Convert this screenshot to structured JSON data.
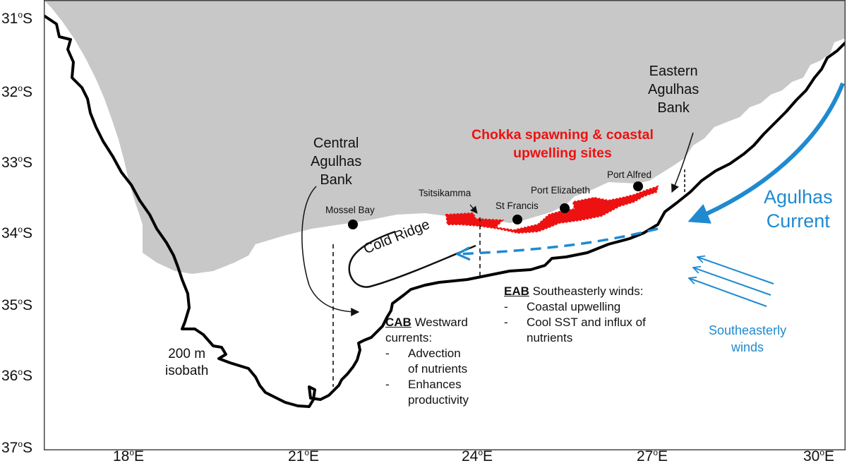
{
  "axes": {
    "lat_ticks": [
      {
        "deg": "31",
        "sym": "o",
        "hem": "S"
      },
      {
        "deg": "32",
        "sym": "o",
        "hem": "S"
      },
      {
        "deg": "33",
        "sym": "o",
        "hem": "S"
      },
      {
        "deg": "34",
        "sym": "o",
        "hem": "S"
      },
      {
        "deg": "35",
        "sym": "o",
        "hem": "S"
      },
      {
        "deg": "36",
        "sym": "o",
        "hem": "S"
      },
      {
        "deg": "37",
        "sym": "o",
        "hem": "S"
      }
    ],
    "lon_ticks": [
      {
        "deg": "18",
        "sym": "o",
        "hem": "E"
      },
      {
        "deg": "21",
        "sym": "o",
        "hem": "E"
      },
      {
        "deg": "24",
        "sym": "o",
        "hem": "E"
      },
      {
        "deg": "27",
        "sym": "o",
        "hem": "E"
      },
      {
        "deg": "30",
        "sym": "o",
        "hem": "E"
      }
    ]
  },
  "regions": {
    "central": [
      "Central",
      "Agulhas",
      "Bank"
    ],
    "eastern": [
      "Eastern",
      "Agulhas",
      "Bank"
    ]
  },
  "cities": {
    "mossel_bay": "Mossel Bay",
    "tsitsikamma": "Tsitsikamma",
    "st_francis": "St Francis",
    "port_elizabeth": "Port Elizabeth",
    "port_alfred": "Port Alfred"
  },
  "chokka": [
    "Chokka spawning & coastal",
    "upwelling sites"
  ],
  "cold_ridge": "Cold Ridge",
  "isobath": [
    "200 m",
    "isobath"
  ],
  "agulhas_current": [
    "Agulhas",
    "Current"
  ],
  "southeasterly": [
    "Southeasterly",
    "winds"
  ],
  "cab": {
    "abbr": "CAB",
    "head_rest": " Westward",
    "head_line2": "currents:",
    "bullets": [
      {
        "dash": "-",
        "lines": [
          "Advection",
          "of nutrients"
        ]
      },
      {
        "dash": "-",
        "lines": [
          "Enhances",
          "productivity"
        ]
      }
    ]
  },
  "eab": {
    "abbr": "EAB",
    "head_rest": " Southeasterly winds:",
    "bullets": [
      {
        "dash": "-",
        "lines": [
          "Coastal upwelling"
        ]
      },
      {
        "dash": "-",
        "lines": [
          "Cool SST and influx of",
          "nutrients"
        ]
      }
    ]
  },
  "colors": {
    "land": "#c8c8c8",
    "chokka_sites": "#ee1111",
    "current_blue": "#1f8ad0",
    "isobath": "#000000"
  }
}
